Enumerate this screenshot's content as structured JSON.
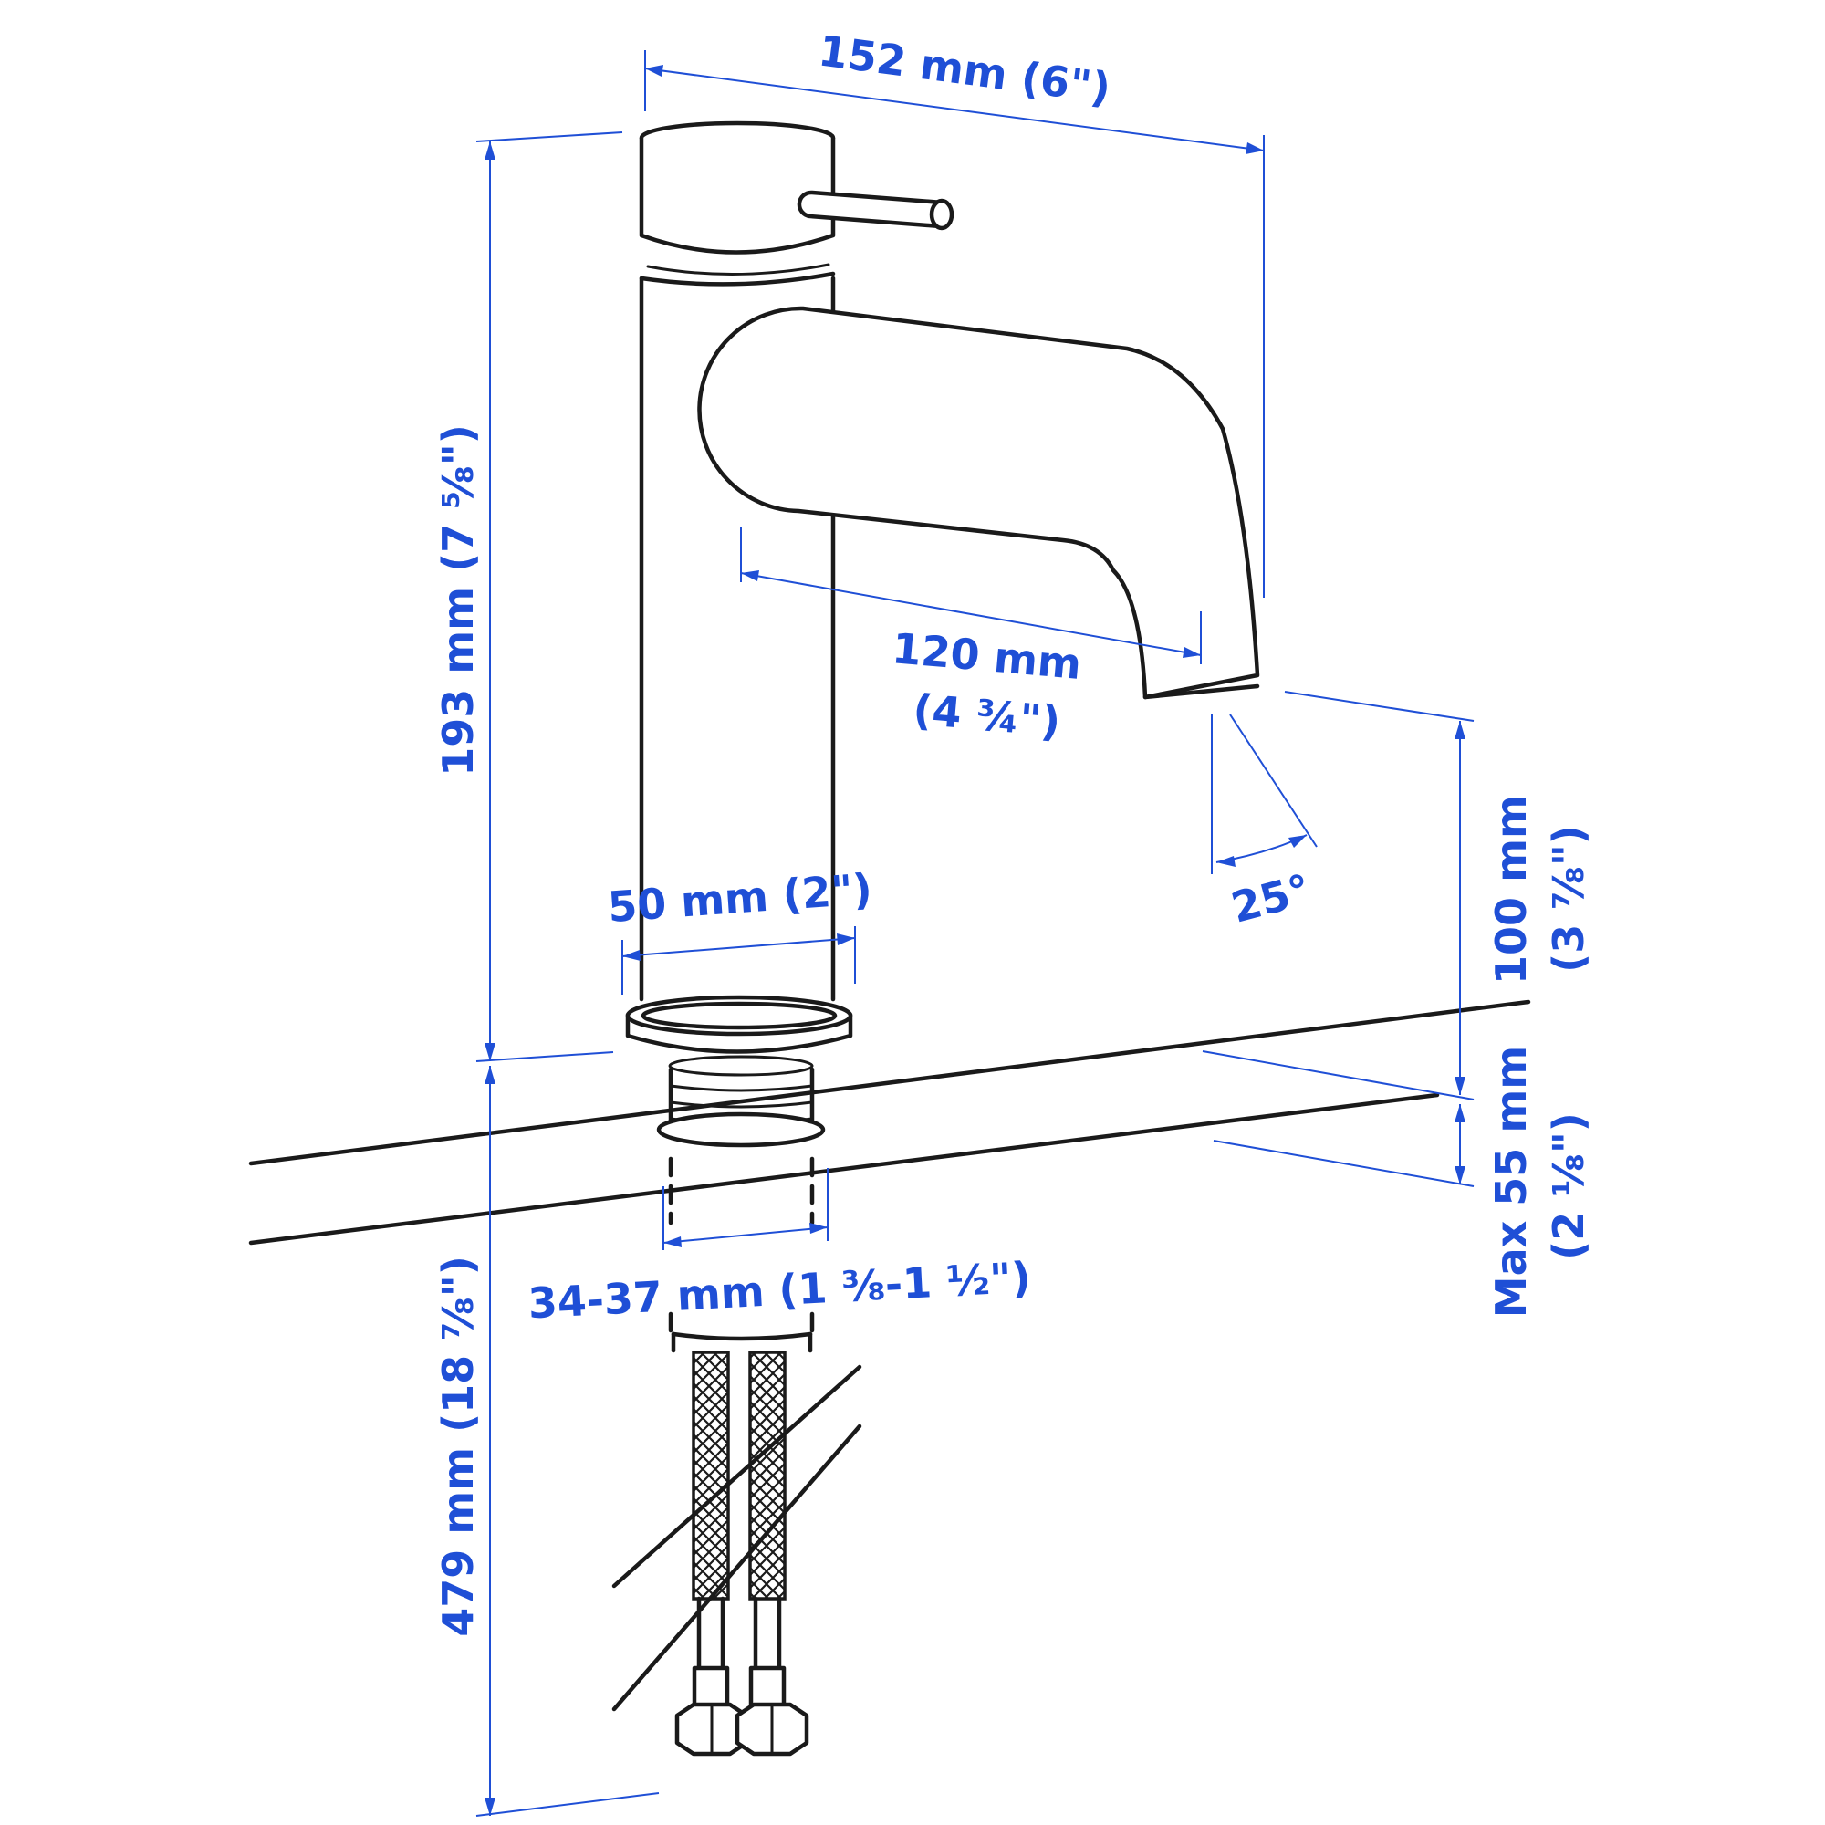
{
  "dimensions": {
    "overall_depth": "152 mm (6\")",
    "height_above_counter": "193 mm (7 ⅝\")",
    "spout_reach_mm": "120 mm",
    "spout_reach_in": "(4 ¾\")",
    "spout_angle": "25°",
    "spout_clearance_mm": "100 mm",
    "spout_clearance_in": "(3 ⅞\")",
    "base_diameter": "50 mm (2\")",
    "counter_thickness_mm": "Max 55 mm",
    "counter_thickness_in": "(2 ⅛\")",
    "hole_diameter": "34-37 mm (1 ⅜-1 ½\")",
    "hose_length": "479 mm (18 ⅞\")"
  },
  "colors": {
    "dimension": "#1f4fd6",
    "outline": "#1a1a1a",
    "background": "#ffffff"
  }
}
